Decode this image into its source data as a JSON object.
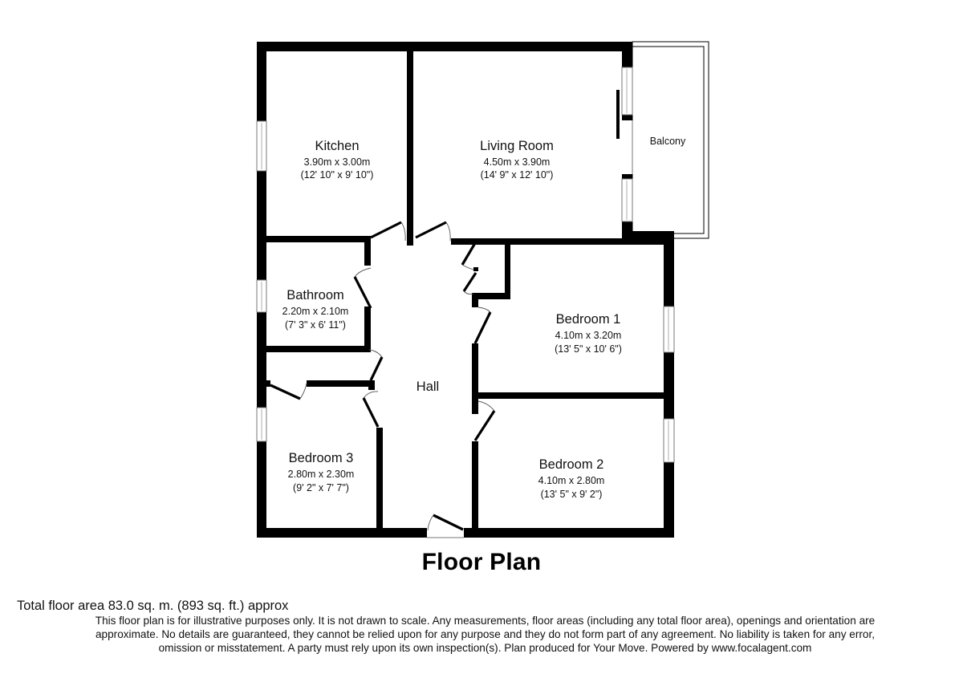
{
  "plan": {
    "title": "Floor Plan",
    "rooms": {
      "kitchen": {
        "name": "Kitchen",
        "metric": "3.90m x 3.00m",
        "imperial": "(12' 10\" x 9' 10\")"
      },
      "living_room": {
        "name": "Living Room",
        "metric": "4.50m x 3.90m",
        "imperial": "(14' 9\" x 12' 10\")"
      },
      "balcony": {
        "name": "Balcony"
      },
      "bathroom": {
        "name": "Bathroom",
        "metric": "2.20m x 2.10m",
        "imperial": "(7' 3\" x 6' 11\")"
      },
      "bedroom_1": {
        "name": "Bedroom 1",
        "metric": "4.10m x 3.20m",
        "imperial": "(13' 5\" x 10' 6\")"
      },
      "hall": {
        "name": "Hall"
      },
      "bedroom_3": {
        "name": "Bedroom 3",
        "metric": "2.80m x 2.30m",
        "imperial": "(9' 2\" x 7' 7\")"
      },
      "bedroom_2": {
        "name": "Bedroom 2",
        "metric": "4.10m x 2.80m",
        "imperial": "(13' 5\" x 9' 2\")"
      }
    }
  },
  "footer": {
    "total_area": "Total floor area 83.0 sq. m. (893 sq. ft.) approx",
    "disclaimer_line1": "This floor plan is for illustrative purposes only. It is not drawn to scale. Any measurements, floor areas (including any total floor area), openings and orientation are",
    "disclaimer_line2": "approximate. No details are guaranteed, they cannot be relied upon for any purpose and they do not form part of any agreement. No liability is taken for any error,",
    "disclaimer_line3": "omission or misstatement. A party must rely upon its own inspection(s). Plan produced for Your Move. Powered by www.focalagent.com"
  },
  "colors": {
    "wall": "#000000",
    "background": "#ffffff",
    "window_frame": "#777777"
  }
}
